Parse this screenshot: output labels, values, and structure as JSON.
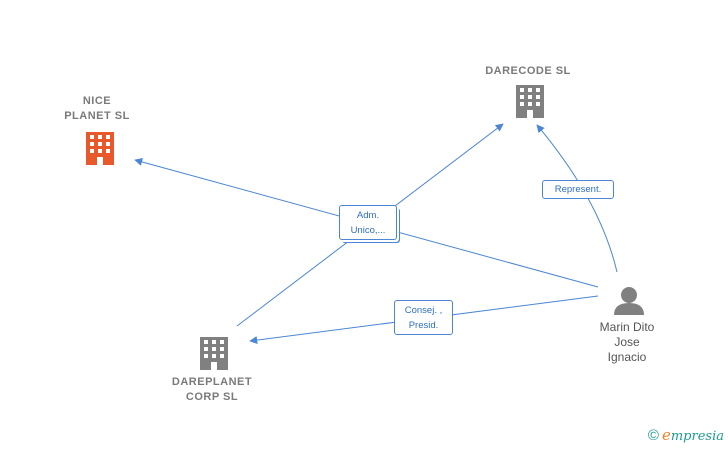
{
  "nodes": {
    "nice_planet": {
      "label": "NICE\nPLANET  SL",
      "icon": "building-icon",
      "color": "#e8582a"
    },
    "darecode": {
      "label": "DARECODE  SL",
      "icon": "building-icon",
      "color": "#808080"
    },
    "dareplanet": {
      "label": "DAREPLANET\nCORP  SL",
      "icon": "building-icon",
      "color": "#808080"
    },
    "person": {
      "label": "Marin Dito\nJose\nIgnacio",
      "icon": "person-icon",
      "color": "#808080"
    }
  },
  "edges": {
    "adm": {
      "label": "Adm.\nUnico,..."
    },
    "represent": {
      "label": "Represent."
    },
    "consej": {
      "label": "Consej. ,\nPresid."
    }
  },
  "footer": {
    "copyright": "©",
    "brand_initial": "e",
    "brand_rest": "mpresia"
  },
  "colors": {
    "edge": "#4a86d4",
    "accent": "#e8582a"
  }
}
